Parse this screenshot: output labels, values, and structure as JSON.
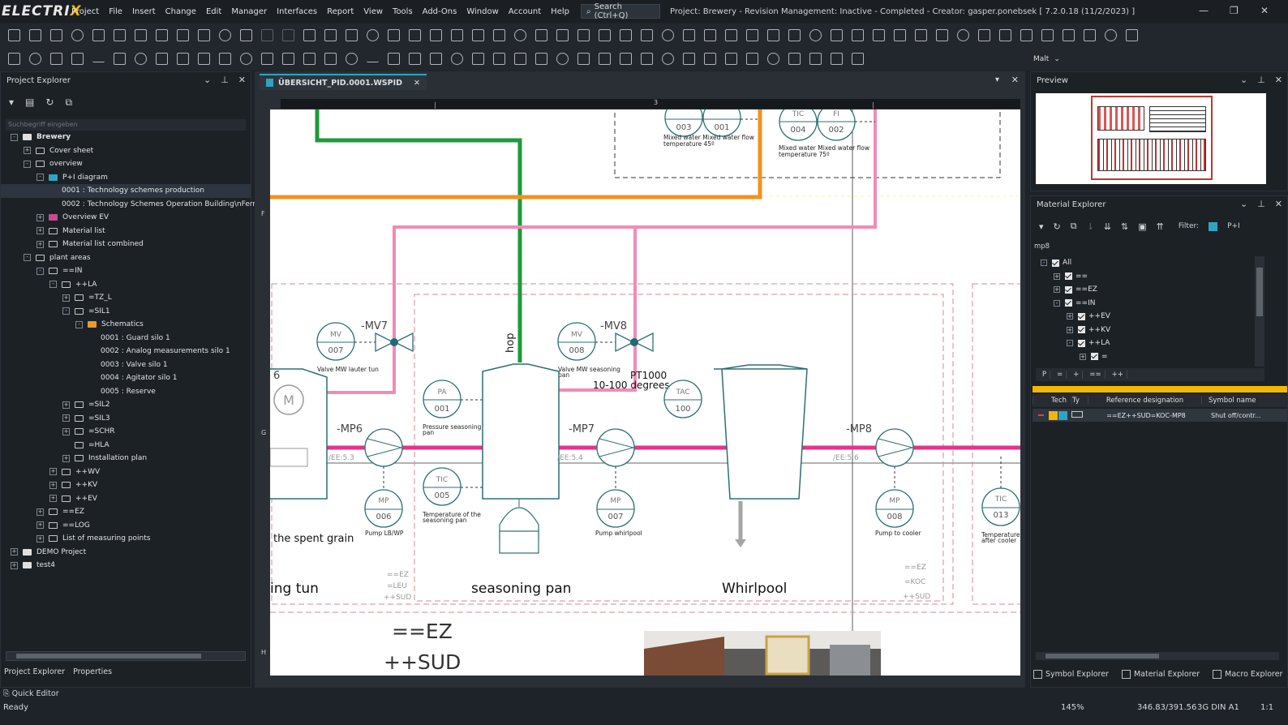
{
  "app": {
    "logo": "ELECTRIX",
    "menu": [
      "Project",
      "File",
      "Insert",
      "Change",
      "Edit",
      "Manager",
      "Interfaces",
      "Report",
      "View",
      "Tools",
      "Add-Ons",
      "Window",
      "Account",
      "Help"
    ],
    "search_label": "Search (Ctrl+Q)",
    "window_title": "Project: Brewery - Revision Management: Inactive - Completed - Creator: gasper.ponebsek [ 7.2.0.18 (11/2/2023) ]"
  },
  "toolbar2": {
    "font_select": "Malt"
  },
  "project_explorer": {
    "title": "Project Explorer",
    "search_placeholder": "Suchbegriff eingeben",
    "tree": [
      {
        "label": "Brewery",
        "indent": 0,
        "expander": "-",
        "icon": "w",
        "bold": true
      },
      {
        "label": "Cover sheet",
        "indent": 1,
        "expander": "+",
        "icon": "doc"
      },
      {
        "label": "overview",
        "indent": 1,
        "expander": "-",
        "icon": "folder"
      },
      {
        "label": "P+I diagram",
        "indent": 2,
        "expander": "-",
        "icon": "t"
      },
      {
        "label": "0001 : Technology schemes production",
        "indent": 3,
        "expander": "",
        "icon": "",
        "selected": true
      },
      {
        "label": "0002 : Technology Schemes Operation Building\\nFerm",
        "indent": 3,
        "expander": "",
        "icon": ""
      },
      {
        "label": "Overview EV",
        "indent": 2,
        "expander": "+",
        "icon": "p"
      },
      {
        "label": "Material list",
        "indent": 2,
        "expander": "+",
        "icon": "list"
      },
      {
        "label": "Material list combined",
        "indent": 2,
        "expander": "+",
        "icon": "list"
      },
      {
        "label": "plant areas",
        "indent": 1,
        "expander": "-",
        "icon": "folder"
      },
      {
        "label": "==IN",
        "indent": 2,
        "expander": "-",
        "icon": "folder"
      },
      {
        "label": "++LA",
        "indent": 3,
        "expander": "-",
        "icon": "folder"
      },
      {
        "label": "=TZ_L",
        "indent": 4,
        "expander": "+",
        "icon": "folder"
      },
      {
        "label": "=SIL1",
        "indent": 4,
        "expander": "-",
        "icon": "folder"
      },
      {
        "label": "Schematics",
        "indent": 5,
        "expander": "-",
        "icon": "y"
      },
      {
        "label": "0001 : Guard silo 1",
        "indent": 6,
        "expander": "",
        "icon": ""
      },
      {
        "label": "0002 : Analog measurements silo 1",
        "indent": 6,
        "expander": "",
        "icon": ""
      },
      {
        "label": "0003 : Valve silo 1",
        "indent": 6,
        "expander": "",
        "icon": ""
      },
      {
        "label": "0004 : Agitator silo 1",
        "indent": 6,
        "expander": "",
        "icon": ""
      },
      {
        "label": "0005 : Reserve",
        "indent": 6,
        "expander": "",
        "icon": ""
      },
      {
        "label": "=SIL2",
        "indent": 4,
        "expander": "+",
        "icon": "folder"
      },
      {
        "label": "=SIL3",
        "indent": 4,
        "expander": "+",
        "icon": "folder"
      },
      {
        "label": "=SCHR",
        "indent": 4,
        "expander": "+",
        "icon": "folder"
      },
      {
        "label": "=HLA",
        "indent": 4,
        "expander": "",
        "icon": "folder"
      },
      {
        "label": "Installation plan",
        "indent": 4,
        "expander": "+",
        "icon": "list"
      },
      {
        "label": "++WV",
        "indent": 3,
        "expander": "+",
        "icon": "folder"
      },
      {
        "label": "++KV",
        "indent": 3,
        "expander": "+",
        "icon": "folder"
      },
      {
        "label": "++EV",
        "indent": 3,
        "expander": "+",
        "icon": "folder"
      },
      {
        "label": "==EZ",
        "indent": 2,
        "expander": "+",
        "icon": "folder"
      },
      {
        "label": "==LOG",
        "indent": 2,
        "expander": "+",
        "icon": "folder"
      },
      {
        "label": "List of measuring points",
        "indent": 2,
        "expander": "+",
        "icon": "list"
      },
      {
        "label": "DEMO Project",
        "indent": 0,
        "expander": "+",
        "icon": "w"
      },
      {
        "label": "test4",
        "indent": 0,
        "expander": "+",
        "icon": "w"
      }
    ],
    "bottom_tabs": [
      "Project Explorer",
      "Properties"
    ]
  },
  "quick_editor": "Quick Editor",
  "document": {
    "tab": "ÜBERSICHT_PID.0001.WSPID",
    "ruler_top": "3",
    "ruler_left": [
      "F",
      "G",
      "H"
    ],
    "labels": {
      "tic004": "TIC",
      "tic004n": "004",
      "fi002": "FI",
      "fi002n": "002",
      "t003": "003",
      "t001": "001",
      "mixed1": "Mixed water Mixed water flow",
      "mixed1b": "temperature 45º",
      "mixed2": "Mixed water Mixed water flow",
      "mixed2b": "temperature 75º",
      "mv7": "-MV7",
      "mv8": "-MV8",
      "mv007": "007",
      "mv008": "008",
      "mv": "MV",
      "valve_lauter": "Valve MW lauter tun",
      "valve_seas": "Valve MW seasoning",
      "valve_seas2": "pan",
      "hop": "hop",
      "pt1000": "PT1000",
      "degrees": "10-100 degrees",
      "tac": "TAC",
      "tac100": "100",
      "pa": "PA",
      "pa001": "001",
      "pressure": "Pressure seasoning",
      "pressure2": "pan",
      "mp6": "-MP6",
      "mp7": "-MP7",
      "mp8": "-MP8",
      "ee53": "/EE:5.3",
      "ee54": "/EE:5.4",
      "ee56": "/EE:5.6",
      "mp": "MP",
      "mp006": "006",
      "mp007": "007",
      "mp008": "008",
      "pump_lb": "Pump LB/WP",
      "pump_wh": "Pump whirlpool",
      "pump_cool": "Pump to cooler",
      "tic": "TIC",
      "tic005": "005",
      "tic013": "013",
      "temp_seas": "Temperature of the",
      "temp_seas2": "seasoning pan",
      "temp_cool": "Temperature",
      "temp_cool2": "after cooler",
      "spent": "the spent grain",
      "lauter": "ing tun",
      "seasoning": "seasoning pan",
      "whirlpool": "Whirlpool",
      "ez1": "==EZ",
      "leu": "=LEU",
      "sud1": "++SUD",
      "ez2": "==EZ",
      "koc": "=KOC",
      "sud2": "++SUD",
      "big_ez": "==EZ",
      "big_sud": "++SUD",
      "six": "6"
    }
  },
  "preview": {
    "title": "Preview"
  },
  "material_explorer": {
    "title": "Material Explorer",
    "filter_label": "Filter:",
    "filter_value": "P+I",
    "search_value": "mp8",
    "tree": [
      {
        "label": "All",
        "indent": 0
      },
      {
        "label": "==",
        "indent": 1
      },
      {
        "label": "==EZ",
        "indent": 1
      },
      {
        "label": "==IN",
        "indent": 1
      },
      {
        "label": "++EV",
        "indent": 2
      },
      {
        "label": "++KV",
        "indent": 2
      },
      {
        "label": "++LA",
        "indent": 2
      },
      {
        "label": "=",
        "indent": 3
      }
    ],
    "bar_buttons": [
      "P",
      "=",
      "+",
      "==",
      "++"
    ],
    "table_headers": [
      "Tech",
      "Ty",
      "Reference designation",
      "Symbol name"
    ],
    "table_row": {
      "ref": "==EZ++SUD=KOC-MP8",
      "symbol": "Shut off/contr..."
    },
    "bottom_tabs": [
      "Symbol Explorer",
      "Material Explorer",
      "Macro Explorer"
    ]
  },
  "status": {
    "left": "Ready",
    "zoom": "145%",
    "coords": "346.83/391.56",
    "format": "3G DIN A1",
    "scale": "1:1"
  },
  "colors": {
    "accent": "#f2b705",
    "pipe_green": "#1f9a3c",
    "pipe_orange": "#f0931e",
    "pipe_pink": "#f28ab6",
    "pipe_magenta": "#e4348b",
    "sym": "#2a6f76"
  }
}
